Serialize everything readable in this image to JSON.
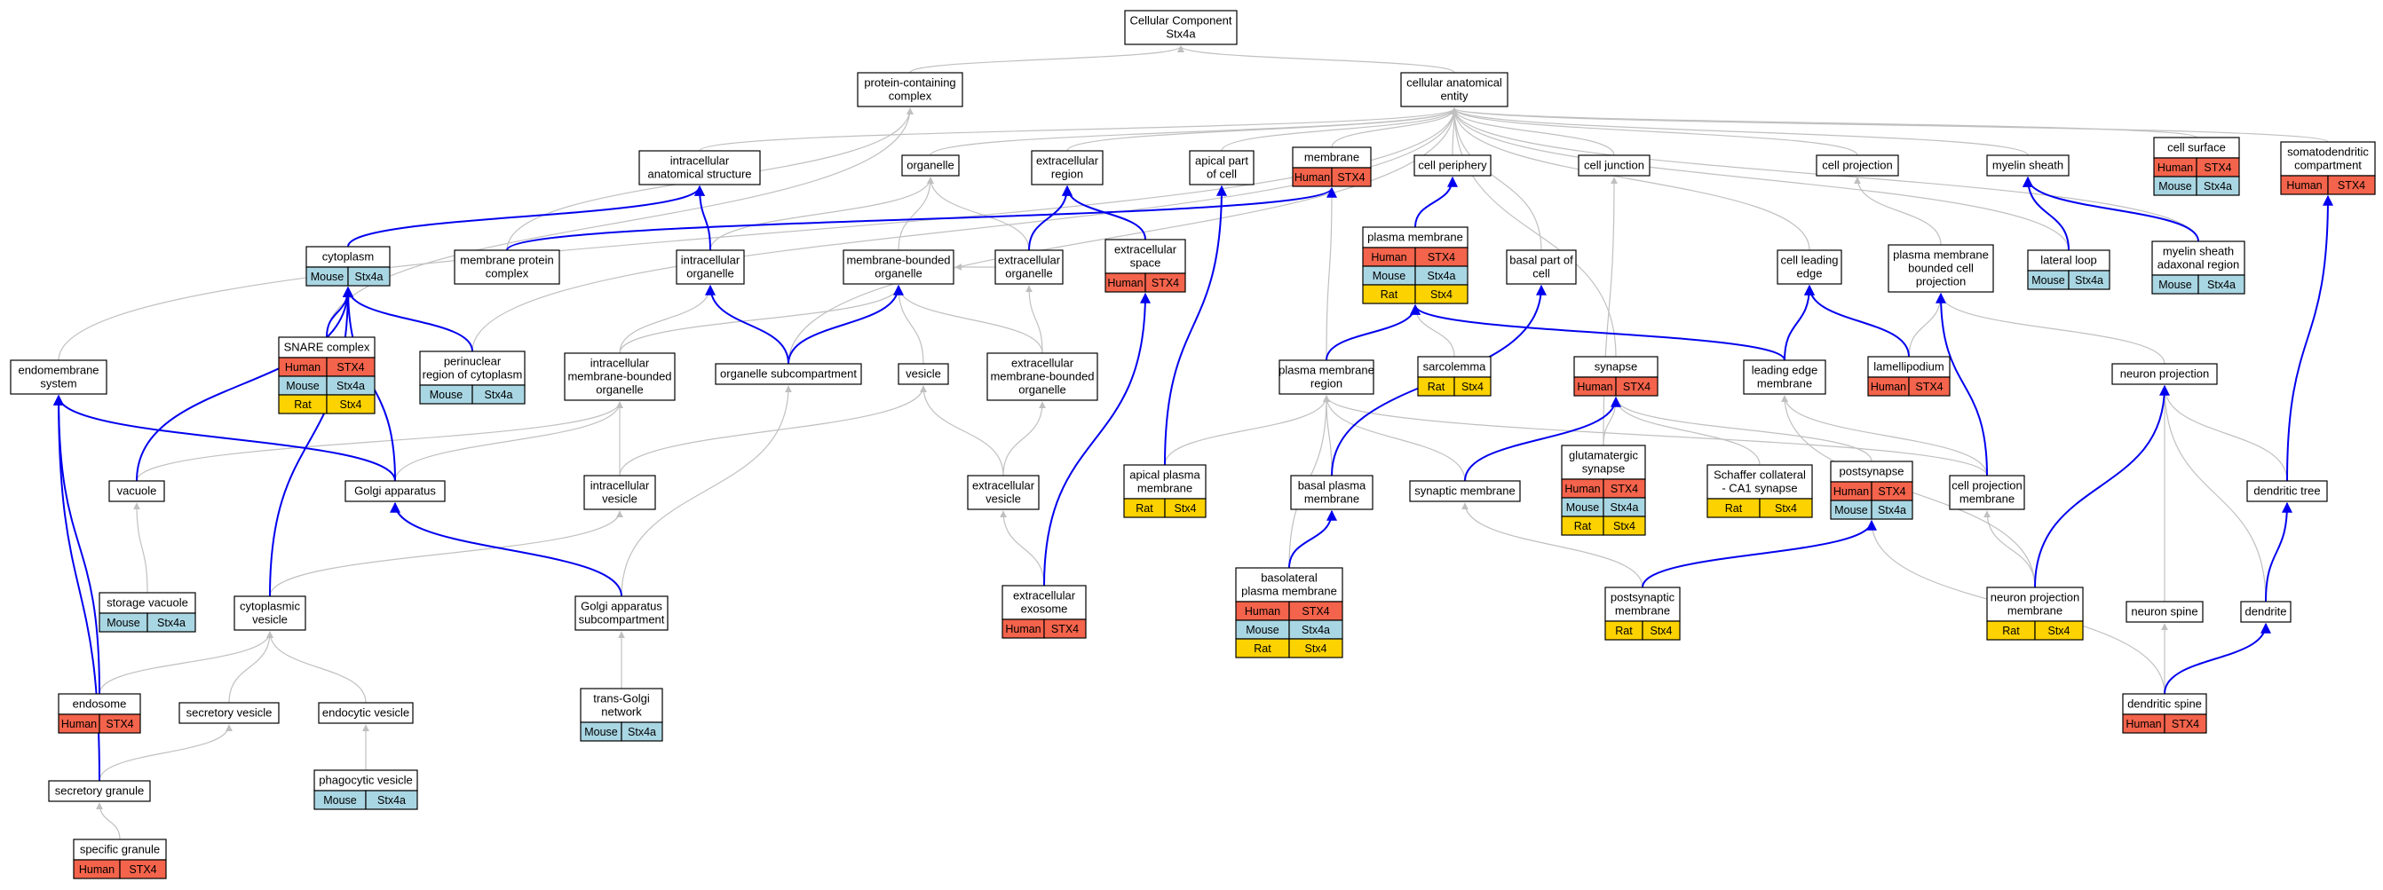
{
  "colors": {
    "human": "#f4634b",
    "mouse": "#a9d6e3",
    "rat": "#fcd200",
    "edge_grey": "#c0c0c0",
    "edge_blue": "#0000ee",
    "box_border": "#000000"
  },
  "nodes": {
    "root": [
      "Cellular Component",
      "Stx4a"
    ],
    "protein_complex": [
      "protein-containing",
      "complex"
    ],
    "cae": [
      "cellular anatomical",
      "entity"
    ],
    "ias": [
      "intracellular",
      "anatomical structure"
    ],
    "organelle": [
      "organelle"
    ],
    "ecr": [
      "extracellular",
      "region"
    ],
    "apical_part": [
      "apical part",
      "of cell"
    ],
    "membrane": [
      "membrane"
    ],
    "cell_periphery": [
      "cell periphery"
    ],
    "cell_junction": [
      "cell junction"
    ],
    "cell_projection": [
      "cell projection"
    ],
    "myelin_sheath": [
      "myelin sheath"
    ],
    "cell_surface": [
      "cell surface"
    ],
    "somatodendritic": [
      "somatodendritic",
      "compartment"
    ],
    "cytoplasm": [
      "cytoplasm"
    ],
    "mem_prot_complex": [
      "membrane protein",
      "complex"
    ],
    "io": [
      "intracellular",
      "organelle"
    ],
    "mbo": [
      "membrane-bounded",
      "organelle"
    ],
    "eco": [
      "extracellular",
      "organelle"
    ],
    "ecs": [
      "extracellular",
      "space"
    ],
    "plasma_membrane": [
      "plasma membrane"
    ],
    "basal_part": [
      "basal part of",
      "cell"
    ],
    "cell_leading_edge": [
      "cell leading",
      "edge"
    ],
    "pmbcp": [
      "plasma membrane",
      "bounded cell",
      "projection"
    ],
    "lateral_loop": [
      "lateral loop"
    ],
    "msar": [
      "myelin sheath",
      "adaxonal region"
    ],
    "snare": [
      "SNARE complex"
    ],
    "perinuclear": [
      "perinuclear",
      "region of cytoplasm"
    ],
    "endomembrane": [
      "endomembrane",
      "system"
    ],
    "imbo": [
      "intracellular",
      "membrane-bounded",
      "organelle"
    ],
    "org_subcomp": [
      "organelle subcompartment"
    ],
    "vesicle": [
      "vesicle"
    ],
    "embo": [
      "extracellular",
      "membrane-bounded",
      "organelle"
    ],
    "pmr": [
      "plasma membrane",
      "region"
    ],
    "sarcolemma": [
      "sarcolemma"
    ],
    "synapse": [
      "synapse"
    ],
    "leading_edge_mem": [
      "leading edge",
      "membrane"
    ],
    "lamellipodium": [
      "lamellipodium"
    ],
    "neuron_projection": [
      "neuron projection"
    ],
    "vacuole": [
      "vacuole"
    ],
    "golgi": [
      "Golgi apparatus"
    ],
    "ivesicle": [
      "intracellular",
      "vesicle"
    ],
    "ecvesicle": [
      "extracellular",
      "vesicle"
    ],
    "apical_pm": [
      "apical plasma",
      "membrane"
    ],
    "basal_pm": [
      "basal plasma",
      "membrane"
    ],
    "synaptic_membrane": [
      "synaptic membrane"
    ],
    "glutamatergic": [
      "glutamatergic",
      "synapse"
    ],
    "schaffer": [
      "Schaffer collateral",
      "- CA1 synapse"
    ],
    "postsynapse": [
      "postsynapse"
    ],
    "cpm": [
      "cell projection",
      "membrane"
    ],
    "dendritic_tree": [
      "dendritic tree"
    ],
    "storage_vacuole": [
      "storage vacuole"
    ],
    "cyto_vesicle": [
      "cytoplasmic",
      "vesicle"
    ],
    "golgi_sub": [
      "Golgi apparatus",
      "subcompartment"
    ],
    "ec_exosome": [
      "extracellular",
      "exosome"
    ],
    "basolateral": [
      "basolateral",
      "plasma membrane"
    ],
    "postsyn_mem": [
      "postsynaptic",
      "membrane"
    ],
    "npm": [
      "neuron projection",
      "membrane"
    ],
    "neuron_spine": [
      "neuron spine"
    ],
    "dendrite": [
      "dendrite"
    ],
    "tgn": [
      "trans-Golgi",
      "network"
    ],
    "endosome": [
      "endosome"
    ],
    "secretory_vesicle": [
      "secretory vesicle"
    ],
    "endocytic_vesicle": [
      "endocytic vesicle"
    ],
    "dendritic_spine": [
      "dendritic spine"
    ],
    "secretory_granule": [
      "secretory granule"
    ],
    "phagocytic_vesicle": [
      "phagocytic vesicle"
    ],
    "specific_granule": [
      "specific granule"
    ]
  },
  "annotations": {
    "membrane": [
      [
        "Human",
        "STX4"
      ]
    ],
    "cell_surface": [
      [
        "Human",
        "STX4"
      ],
      [
        "Mouse",
        "Stx4a"
      ]
    ],
    "somatodendritic": [
      [
        "Human",
        "STX4"
      ]
    ],
    "cytoplasm": [
      [
        "Mouse",
        "Stx4a"
      ]
    ],
    "ecs": [
      [
        "Human",
        "STX4"
      ]
    ],
    "plasma_membrane": [
      [
        "Human",
        "STX4"
      ],
      [
        "Mouse",
        "Stx4a"
      ],
      [
        "Rat",
        "Stx4"
      ]
    ],
    "lateral_loop": [
      [
        "Mouse",
        "Stx4a"
      ]
    ],
    "msar": [
      [
        "Mouse",
        "Stx4a"
      ]
    ],
    "snare": [
      [
        "Human",
        "STX4"
      ],
      [
        "Mouse",
        "Stx4a"
      ],
      [
        "Rat",
        "Stx4"
      ]
    ],
    "perinuclear": [
      [
        "Mouse",
        "Stx4a"
      ]
    ],
    "sarcolemma": [
      [
        "Rat",
        "Stx4"
      ]
    ],
    "synapse": [
      [
        "Human",
        "STX4"
      ]
    ],
    "lamellipodium": [
      [
        "Human",
        "STX4"
      ]
    ],
    "apical_pm": [
      [
        "Rat",
        "Stx4"
      ]
    ],
    "glutamatergic": [
      [
        "Human",
        "STX4"
      ],
      [
        "Mouse",
        "Stx4a"
      ],
      [
        "Rat",
        "Stx4"
      ]
    ],
    "schaffer": [
      [
        "Rat",
        "Stx4"
      ]
    ],
    "postsynapse": [
      [
        "Human",
        "STX4"
      ],
      [
        "Mouse",
        "Stx4a"
      ]
    ],
    "storage_vacuole": [
      [
        "Mouse",
        "Stx4a"
      ]
    ],
    "ec_exosome": [
      [
        "Human",
        "STX4"
      ]
    ],
    "basolateral": [
      [
        "Human",
        "STX4"
      ],
      [
        "Mouse",
        "Stx4a"
      ],
      [
        "Rat",
        "Stx4"
      ]
    ],
    "postsyn_mem": [
      [
        "Rat",
        "Stx4"
      ]
    ],
    "npm": [
      [
        "Rat",
        "Stx4"
      ]
    ],
    "tgn": [
      [
        "Mouse",
        "Stx4a"
      ]
    ],
    "endosome": [
      [
        "Human",
        "STX4"
      ]
    ],
    "dendritic_spine": [
      [
        "Human",
        "STX4"
      ]
    ],
    "phagocytic_vesicle": [
      [
        "Mouse",
        "Stx4a"
      ]
    ],
    "specific_granule": [
      [
        "Human",
        "STX4"
      ]
    ]
  },
  "edges": {
    "grey": [
      [
        "protein_complex",
        "root"
      ],
      [
        "cae",
        "root"
      ],
      [
        "mem_prot_complex",
        "protein_complex"
      ],
      [
        "snare",
        "protein_complex"
      ],
      [
        "ias",
        "cae"
      ],
      [
        "organelle",
        "cae"
      ],
      [
        "ecr",
        "cae"
      ],
      [
        "apical_part",
        "cae"
      ],
      [
        "membrane",
        "cae"
      ],
      [
        "cell_periphery",
        "cae"
      ],
      [
        "cell_junction",
        "cae"
      ],
      [
        "cell_projection",
        "cae"
      ],
      [
        "myelin_sheath",
        "cae"
      ],
      [
        "cell_surface",
        "cae"
      ],
      [
        "somatodendritic",
        "cae"
      ],
      [
        "endomembrane",
        "cae"
      ],
      [
        "basal_part",
        "cae"
      ],
      [
        "lateral_loop",
        "cae"
      ],
      [
        "cell_leading_edge",
        "cae"
      ],
      [
        "org_subcomp",
        "cae"
      ],
      [
        "perinuclear",
        "cae"
      ],
      [
        "synapse",
        "cae"
      ],
      [
        "msar",
        "cae"
      ],
      [
        "io",
        "organelle"
      ],
      [
        "mbo",
        "organelle"
      ],
      [
        "eco",
        "organelle"
      ],
      [
        "eco",
        "mbo"
      ],
      [
        "embo",
        "mbo"
      ],
      [
        "vesicle",
        "mbo"
      ],
      [
        "imbo",
        "mbo"
      ],
      [
        "embo",
        "eco"
      ],
      [
        "imbo",
        "io"
      ],
      [
        "ecvesicle",
        "embo"
      ],
      [
        "ecvesicle",
        "vesicle"
      ],
      [
        "ivesicle",
        "vesicle"
      ],
      [
        "ivesicle",
        "imbo"
      ],
      [
        "golgi",
        "imbo"
      ],
      [
        "vacuole",
        "imbo"
      ],
      [
        "cyto_vesicle",
        "ivesicle"
      ],
      [
        "golgi_sub",
        "org_subcomp"
      ],
      [
        "tgn",
        "golgi_sub"
      ],
      [
        "ec_exosome",
        "ecvesicle"
      ],
      [
        "storage_vacuole",
        "vacuole"
      ],
      [
        "pmr",
        "membrane"
      ],
      [
        "sarcolemma",
        "plasma_membrane"
      ],
      [
        "apical_pm",
        "pmr"
      ],
      [
        "basal_pm",
        "pmr"
      ],
      [
        "basolateral",
        "pmr"
      ],
      [
        "synaptic_membrane",
        "pmr"
      ],
      [
        "cpm",
        "pmr"
      ],
      [
        "glutamatergic",
        "synapse"
      ],
      [
        "schaffer",
        "synapse"
      ],
      [
        "postsynapse",
        "synapse"
      ],
      [
        "postsyn_mem",
        "synaptic_membrane"
      ],
      [
        "glutamatergic",
        "cell_junction"
      ],
      [
        "pmbcp",
        "cell_projection"
      ],
      [
        "lamellipodium",
        "pmbcp"
      ],
      [
        "neuron_projection",
        "pmbcp"
      ],
      [
        "dendritic_tree",
        "neuron_projection"
      ],
      [
        "dendrite",
        "neuron_projection"
      ],
      [
        "neuron_spine",
        "neuron_projection"
      ],
      [
        "npm",
        "cpm"
      ],
      [
        "npm",
        "leading_edge_mem"
      ],
      [
        "cpm",
        "leading_edge_mem"
      ],
      [
        "dendritic_spine",
        "neuron_spine"
      ],
      [
        "dendritic_spine",
        "postsynapse"
      ],
      [
        "secretory_vesicle",
        "cyto_vesicle"
      ],
      [
        "endocytic_vesicle",
        "cyto_vesicle"
      ],
      [
        "endosome",
        "cyto_vesicle"
      ],
      [
        "secretory_granule",
        "secretory_vesicle"
      ],
      [
        "phagocytic_vesicle",
        "endocytic_vesicle"
      ],
      [
        "specific_granule",
        "secretory_granule"
      ]
    ],
    "blue": [
      [
        "cytoplasm",
        "ias"
      ],
      [
        "io",
        "ias"
      ],
      [
        "eco",
        "ecr"
      ],
      [
        "ecs",
        "ecr"
      ],
      [
        "mem_prot_complex",
        "membrane"
      ],
      [
        "apical_pm",
        "apical_part"
      ],
      [
        "plasma_membrane",
        "cell_periphery"
      ],
      [
        "snare",
        "cytoplasm"
      ],
      [
        "perinuclear",
        "cytoplasm"
      ],
      [
        "golgi",
        "cytoplasm"
      ],
      [
        "vacuole",
        "cytoplasm"
      ],
      [
        "cyto_vesicle",
        "cytoplasm"
      ],
      [
        "org_subcomp",
        "io"
      ],
      [
        "org_subcomp",
        "mbo"
      ],
      [
        "ec_exosome",
        "ecs"
      ],
      [
        "pmr",
        "plasma_membrane"
      ],
      [
        "leading_edge_mem",
        "plasma_membrane"
      ],
      [
        "basal_pm",
        "basal_part"
      ],
      [
        "leading_edge_mem",
        "cell_leading_edge"
      ],
      [
        "lamellipodium",
        "cell_leading_edge"
      ],
      [
        "cpm",
        "pmbcp"
      ],
      [
        "lateral_loop",
        "myelin_sheath"
      ],
      [
        "msar",
        "myelin_sheath"
      ],
      [
        "golgi",
        "endomembrane"
      ],
      [
        "golgi_sub",
        "golgi"
      ],
      [
        "endosome",
        "endomembrane"
      ],
      [
        "secretory_granule",
        "endomembrane"
      ],
      [
        "basolateral",
        "basal_pm"
      ],
      [
        "synaptic_membrane",
        "synapse"
      ],
      [
        "postsyn_mem",
        "postsynapse"
      ],
      [
        "npm",
        "neuron_projection"
      ],
      [
        "dendrite",
        "dendritic_tree"
      ],
      [
        "dendritic_tree",
        "somatodendritic"
      ],
      [
        "dendritic_spine",
        "dendrite"
      ]
    ]
  }
}
